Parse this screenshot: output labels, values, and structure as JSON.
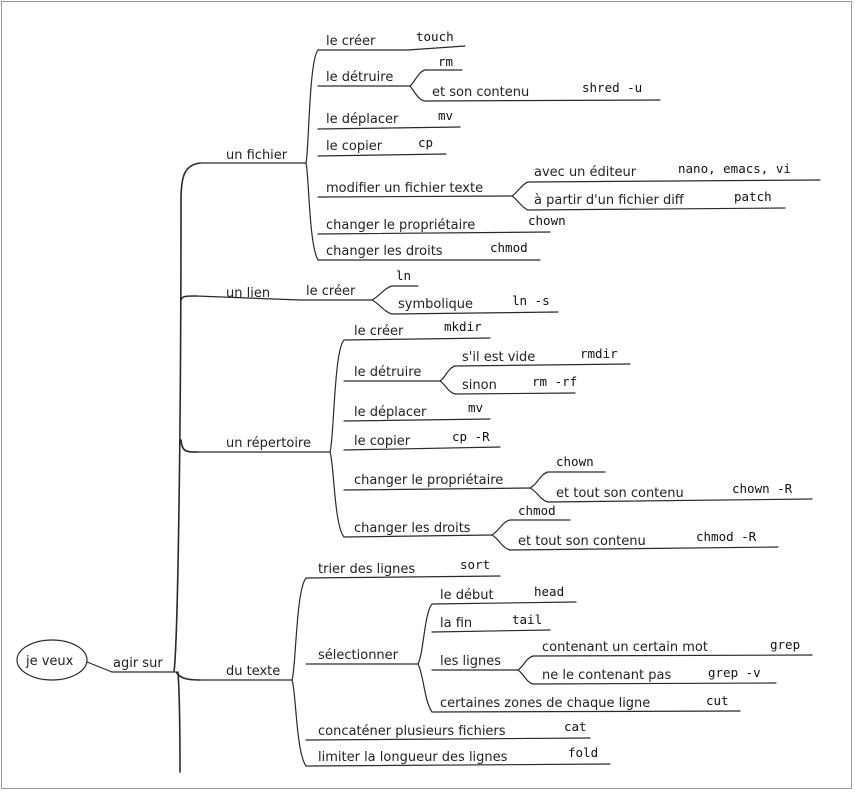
{
  "root": {
    "label": "je veux",
    "child": "agir sur"
  },
  "branches": [
    {
      "key": "fichier",
      "label": "un fichier",
      "children": [
        {
          "label": "le créer",
          "cmd": "touch"
        },
        {
          "label": "le détruire",
          "cmd": "rm",
          "sub": [
            {
              "label": "et son contenu",
              "cmd": "shred -u"
            }
          ]
        },
        {
          "label": "le déplacer",
          "cmd": "mv"
        },
        {
          "label": "le copier",
          "cmd": "cp"
        },
        {
          "label": "modifier un fichier texte",
          "sub": [
            {
              "label": "avec un éditeur",
              "cmd": "nano, emacs, vi"
            },
            {
              "label": "à partir d'un fichier diff",
              "cmd": "patch"
            }
          ]
        },
        {
          "label": "changer le propriétaire",
          "cmd": "chown"
        },
        {
          "label": "changer les droits",
          "cmd": "chmod"
        }
      ]
    },
    {
      "key": "lien",
      "label": "un lien",
      "children": [
        {
          "label": "le créer",
          "sub": [
            {
              "label": "",
              "cmd": "ln"
            },
            {
              "label": "symbolique",
              "cmd": "ln -s"
            }
          ]
        }
      ]
    },
    {
      "key": "repertoire",
      "label": "un répertoire",
      "children": [
        {
          "label": "le créer",
          "cmd": "mkdir"
        },
        {
          "label": "le détruire",
          "sub": [
            {
              "label": "s'il est vide",
              "cmd": "rmdir"
            },
            {
              "label": "sinon",
              "cmd": "rm -rf"
            }
          ]
        },
        {
          "label": "le déplacer",
          "cmd": "mv"
        },
        {
          "label": "le copier",
          "cmd": "cp -R"
        },
        {
          "label": "changer le propriétaire",
          "cmd": "chown",
          "sub": [
            {
              "label": "et tout son contenu",
              "cmd": "chown -R"
            }
          ]
        },
        {
          "label": "changer les droits",
          "cmd": "chmod",
          "sub": [
            {
              "label": "et tout son contenu",
              "cmd": "chmod -R"
            }
          ]
        }
      ]
    },
    {
      "key": "texte",
      "label": "du texte",
      "children": [
        {
          "label": "trier des lignes",
          "cmd": "sort"
        },
        {
          "label": "sélectionner",
          "sub": [
            {
              "label": "le début",
              "cmd": "head"
            },
            {
              "label": "la fin",
              "cmd": "tail"
            },
            {
              "label": "les lignes",
              "sub": [
                {
                  "label": "contenant un certain mot",
                  "cmd": "grep"
                },
                {
                  "label": "ne le contenant pas",
                  "cmd": "grep -v"
                }
              ]
            },
            {
              "label": "certaines zones de chaque ligne",
              "cmd": "cut"
            }
          ]
        },
        {
          "label": "concaténer plusieurs fichiers",
          "cmd": "cat"
        },
        {
          "label": "limiter la longueur des lignes",
          "cmd": "fold"
        }
      ]
    }
  ]
}
